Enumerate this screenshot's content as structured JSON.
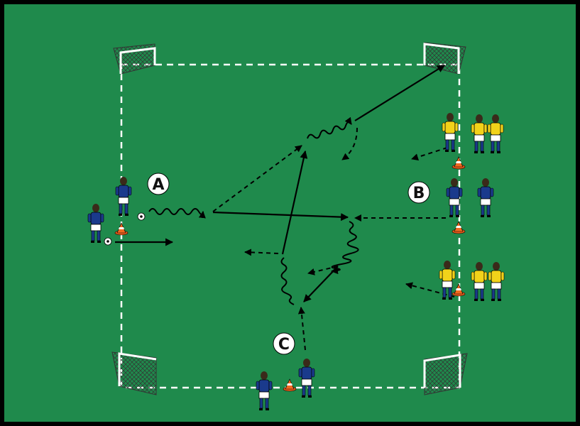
{
  "diagram": {
    "background_color": "#1f8a4c",
    "border_color": "#000000",
    "field_line_color": "#ffffff",
    "arrow_color": "#000000",
    "labels": [
      {
        "id": "A",
        "text": "A"
      },
      {
        "id": "B",
        "text": "B"
      },
      {
        "id": "C",
        "text": "C"
      }
    ],
    "teams": {
      "blue": {
        "shirt": "#1a3a8c",
        "shorts": "#ffffff",
        "socks": "#1a3a8c"
      },
      "yellow": {
        "shirt": "#f2d21a",
        "shorts": "#ffffff",
        "socks": "#1a3a8c"
      }
    },
    "icons": [
      "goal-icon",
      "cone-icon",
      "ball-icon",
      "player-icon"
    ]
  }
}
